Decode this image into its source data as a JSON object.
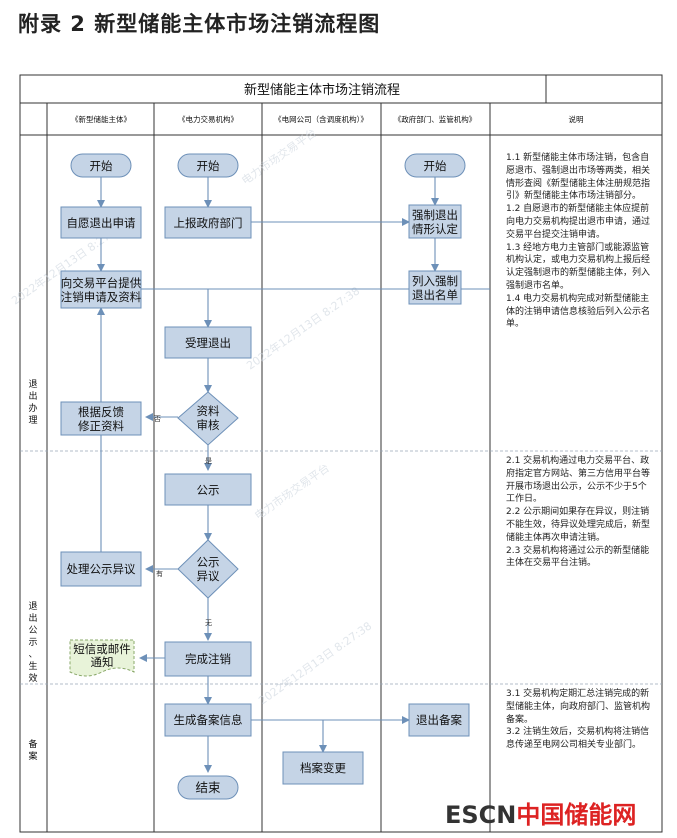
{
  "title": "附录 2  新型储能主体市场注销流程图",
  "chart_title": "新型储能主体市场注销流程",
  "lanes": [
    "《新型储能主体》",
    "《电力交易机构》",
    "《电网公司（含调度机构）》",
    "《政府部门、监管机构》",
    "说明"
  ],
  "stages": [
    "退出办理",
    "退出公示、生效",
    "备案"
  ],
  "nodes": {
    "start1": "开始",
    "start2": "开始",
    "start3": "开始",
    "apply": [
      "自愿退出申请"
    ],
    "report": [
      "上报政府部门"
    ],
    "force": [
      "强制退出",
      "情形认定"
    ],
    "submit": [
      "向交易平台提供",
      "注销申请及资料"
    ],
    "list": [
      "列入强制",
      "退出名单"
    ],
    "accept": [
      "受理退出"
    ],
    "revise": [
      "根据反馈",
      "修正资料"
    ],
    "review": [
      "资料",
      "审核"
    ],
    "publicize": [
      "公示"
    ],
    "handle": [
      "处理公示异议"
    ],
    "objection": [
      "公示",
      "异议"
    ],
    "sms": [
      "短信或邮件",
      "通知"
    ],
    "complete": [
      "完成注销"
    ],
    "filing_gen": [
      "生成备案信息"
    ],
    "filing_out": [
      "退出备案"
    ],
    "archive": [
      "档案变更"
    ],
    "end": "结束"
  },
  "edge_labels": {
    "no": "否",
    "yes": "是",
    "has": "有",
    "none": "无"
  },
  "notes": [
    "1.1 新型储能主体市场注销，包含自愿退市、强制退出市场等两类，相关情形查阅《新型储能主体注册规范指引》新型储能主体市场注销部分。\n1.2 自愿退市的新型储能主体应提前向电力交易机构提出退市申请，通过交易平台提交注销申请。\n1.3 经地方电力主管部门或能源监管机构认定，或电力交易机构上报后经认定强制退市的新型储能主体，列入强制退市名单。\n1.4 电力交易机构完成对新型储能主体的注销申请信息核验后列入公示名单。",
    "2.1 交易机构通过电力交易平台、政府指定官方网站、第三方信用平台等开展市场退出公示，公示不少于5个工作日。\n2.2 公示期间如果存在异议，则注销不能生效，待异议处理完成后，新型储能主体再次申请注销。\n2.3 交易机构将通过公示的新型储能主体在交易平台注销。",
    "3.1 交易机构定期汇总注销完成的新型储能主体，向政府部门、监管机构备案。\n3.2 注销生效后，交易机构将注销信息传递至电网公司相关专业部门。"
  ],
  "watermarks": [
    "电力市场交易平台",
    "2022年12月13日 8:27:38",
    "电力市场交易平台",
    "2022年12月13日 8:27:38",
    "2022年12月13日 8:27:38"
  ],
  "brand": {
    "left": "ESCN",
    "right": "中国储能网"
  }
}
